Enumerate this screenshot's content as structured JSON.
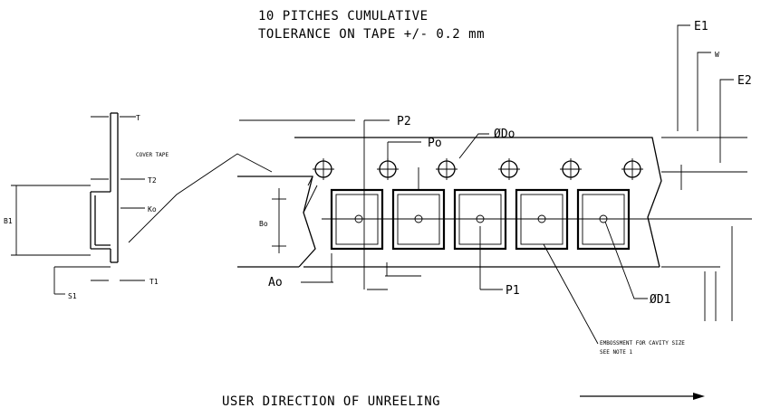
{
  "header_note": {
    "line1": "10 PITCHES CUMULATIVE",
    "line2": "TOLERANCE ON TAPE +/- 0.2 mm"
  },
  "labels": {
    "e1": "E1",
    "w": "W",
    "e2": "E2",
    "p2": "P2",
    "po": "Po",
    "do": "ØDo",
    "p1": "P1",
    "d1": "ØD1",
    "ao": "Ao",
    "bo": "Bo",
    "t": "T",
    "cover_tape": "COVER TAPE",
    "t2": "T2",
    "ko": "Ko",
    "b1": "B1",
    "t1": "T1",
    "s1": "S1"
  },
  "embossment_note": {
    "line1": "EMBOSSMENT FOR CAVITY SIZE",
    "line2": "SEE NOTE 1"
  },
  "footer": {
    "direction_text": "USER DIRECTION OF UNREELING"
  }
}
